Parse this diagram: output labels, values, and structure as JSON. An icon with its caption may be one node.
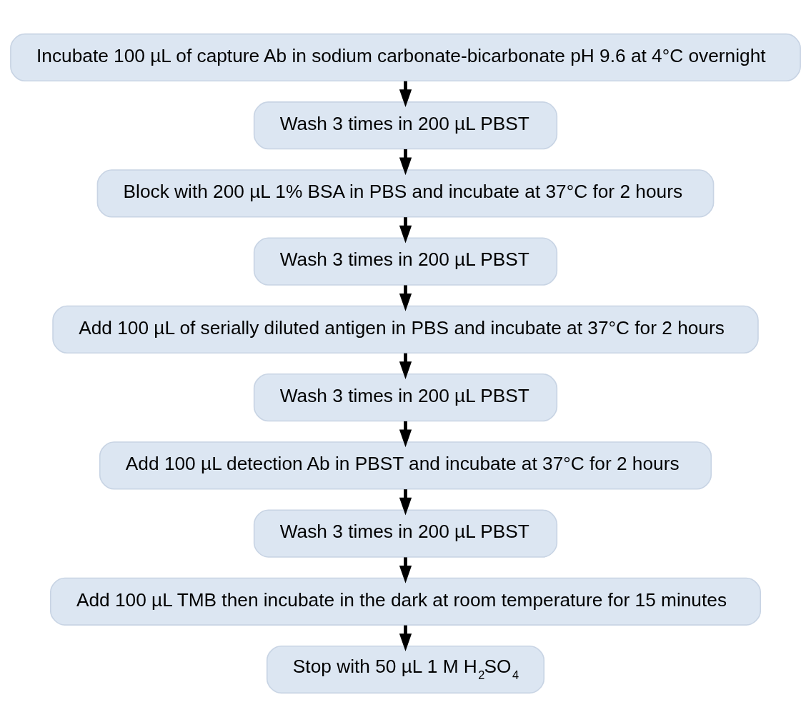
{
  "diagram": {
    "nodes": [
      {
        "text": [
          "Incubate 100 µL of capture Ab in sodium carbonate-bicarbonate pH 9.6 at 4°C overnight"
        ]
      },
      {
        "text": [
          "Wash 3 times in 200 µL PBST"
        ]
      },
      {
        "text": [
          "Block with 200 µL 1% BSA in PBS and incubate at 37°C for 2 hours"
        ]
      },
      {
        "text": [
          "Wash 3 times in 200 µL PBST"
        ]
      },
      {
        "text": [
          "Add 100 µL of serially diluted antigen in PBS and incubate at 37°C for 2 hours"
        ]
      },
      {
        "text": [
          "Wash 3 times in 200 µL PBST"
        ]
      },
      {
        "text": [
          "Add 100 µL detection Ab in PBST and incubate at 37°C for 2 hours"
        ]
      },
      {
        "text": [
          "Wash 3 times in 200 µL PBST"
        ]
      },
      {
        "text": [
          "Add 100 µL TMB then incubate in the dark at room temperature for 15 minutes"
        ]
      },
      {
        "text": [
          "Stop with 50 µL 1 M H$_{2}$SO$_{4}$"
        ]
      }
    ],
    "edges": [
      {
        "from": 0,
        "to": 1,
        "arrow": "to"
      },
      {
        "from": 1,
        "to": 2,
        "arrow": "to"
      },
      {
        "from": 2,
        "to": 3,
        "arrow": "to"
      },
      {
        "from": 3,
        "to": 4,
        "arrow": "to"
      },
      {
        "from": 4,
        "to": 5,
        "arrow": "to"
      },
      {
        "from": 5,
        "to": 6,
        "arrow": "to"
      },
      {
        "from": 6,
        "to": 7,
        "arrow": "to"
      },
      {
        "from": 7,
        "to": 8,
        "arrow": "to"
      },
      {
        "from": 8,
        "to": 9,
        "arrow": "to"
      }
    ]
  }
}
